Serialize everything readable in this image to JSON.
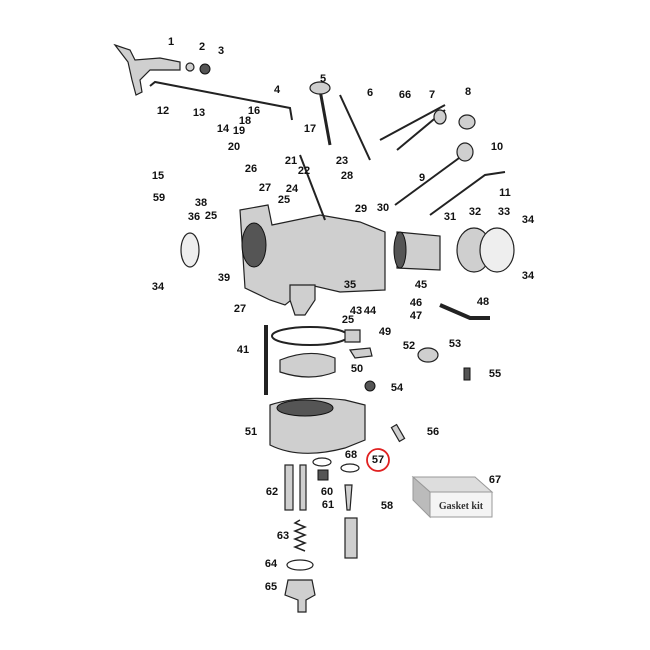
{
  "diagram": {
    "type": "exploded-parts-diagram",
    "highlighted_part": "57",
    "highlight_color": "#e02020",
    "part_labels": [
      "1",
      "2",
      "3",
      "4",
      "5",
      "6",
      "66",
      "7",
      "8",
      "12",
      "13",
      "14",
      "16",
      "18",
      "19",
      "17",
      "20",
      "21",
      "22",
      "23",
      "10",
      "9",
      "26",
      "28",
      "15",
      "27",
      "24",
      "11",
      "59",
      "30",
      "38",
      "25",
      "29",
      "36",
      "25",
      "31",
      "32",
      "33",
      "34",
      "34",
      "34",
      "39",
      "35",
      "45",
      "27",
      "43",
      "44",
      "46",
      "47",
      "48",
      "25",
      "49",
      "41",
      "52",
      "53",
      "50",
      "55",
      "54",
      "51",
      "56",
      "68",
      "57",
      "67",
      "62",
      "60",
      "61",
      "58",
      "63",
      "64",
      "65"
    ],
    "gasket_kit_label": "Gasket kit"
  }
}
